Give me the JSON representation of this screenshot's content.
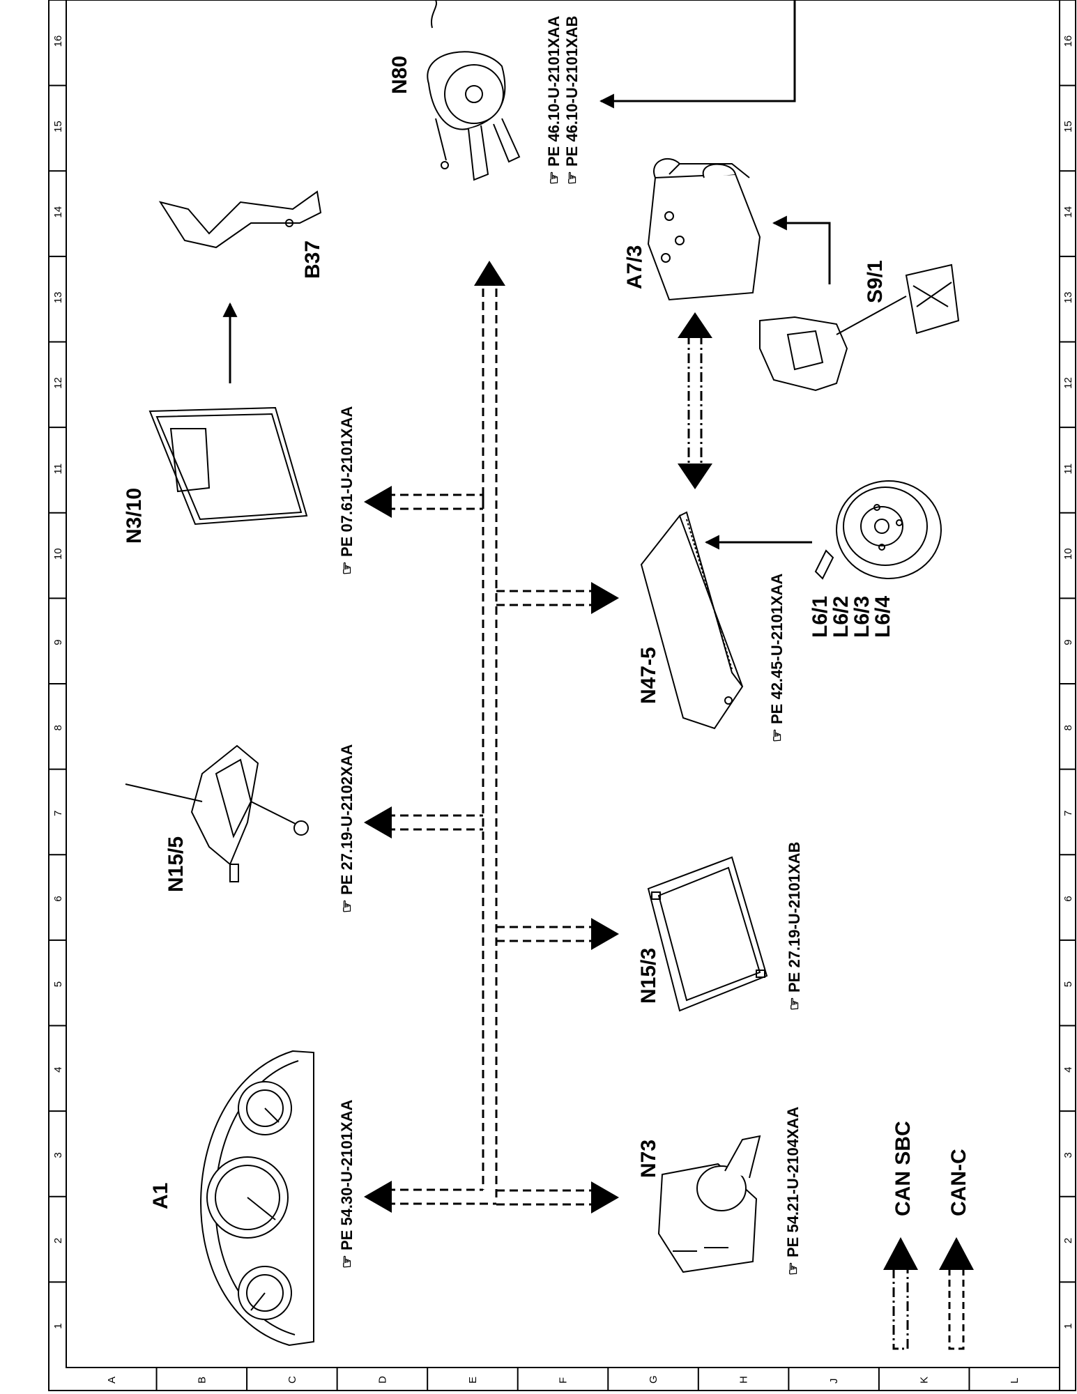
{
  "components": {
    "a1": {
      "label": "A1",
      "ref": "PE 54.30-U-2101XAA"
    },
    "n15_5": {
      "label": "N15/5",
      "ref": "PE 27.19-U-2102XAA"
    },
    "n3_10": {
      "label": "N3/10",
      "ref": "PE 07.61-U-2101XAA"
    },
    "b37": {
      "label": "B37"
    },
    "n80": {
      "label": "N80",
      "ref1": "PE 46.10-U-2101XAA",
      "ref2": "PE 46.10-U-2101XAB"
    },
    "a7_3": {
      "label": "A7/3"
    },
    "s9_1": {
      "label": "S9/1"
    },
    "n47_5": {
      "label": "N47-5",
      "ref": "PE 42.45-U-2101XAA"
    },
    "sensors": {
      "l6_1": "L6/1",
      "l6_2": "L6/2",
      "l6_3": "L6/3",
      "l6_4": "L6/4"
    },
    "n15_3": {
      "label": "N15/3",
      "ref": "PE 27.19-U-2101XAB"
    },
    "n73": {
      "label": "N73",
      "ref": "PE 54.21-U-2104XAA"
    }
  },
  "legend": {
    "can_sbc": "CAN SBC",
    "can_c": "CAN-C"
  },
  "grid": {
    "columns": [
      "1",
      "2",
      "3",
      "4",
      "5",
      "6",
      "7",
      "8",
      "9",
      "10",
      "11",
      "12",
      "13",
      "14",
      "15",
      "16"
    ],
    "rows": [
      "A",
      "B",
      "C",
      "D",
      "E",
      "F",
      "G",
      "H",
      "J",
      "K",
      "L"
    ]
  }
}
